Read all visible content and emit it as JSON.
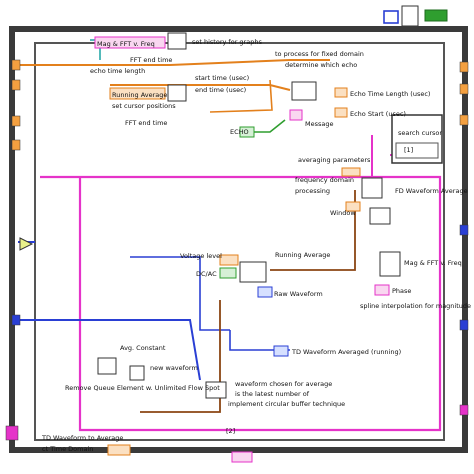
{
  "labels": {
    "mag_fft_label": "Mag & FFT v. Freq",
    "set_history_graph": "set history for graphs",
    "echo_time_length": "echo time length",
    "fft_end_time": "FFT end time",
    "to_process_field": "to process for fixed domain",
    "determine_echo": "determine which echo",
    "start_time": "start time (usec)",
    "end_time": "end time (usec)",
    "running_average": "Running Average",
    "set_cursor_positions": "set cursor positions",
    "echo_time_length_usec": "Echo Time Length (usec)",
    "echo_start_usec": "Echo Start (usec)",
    "message": "Message",
    "echo": "ECHO",
    "search_cursor": "search cursor",
    "fft_end_time_2": "FFT end time",
    "averaging_parameters": "averaging parameters",
    "frequency_domain": "frequency domain",
    "processing": "processing",
    "window": "Window",
    "fft_waveform_average": "FD Waveform Average",
    "voltage_level": "Voltage level",
    "running_average_2": "Running Average",
    "dc_ac": "DC/AC",
    "raw_waveform": "Raw Waveform",
    "mag_fft_freq": "Mag & FFT v. Freq",
    "phase_label": "Phase",
    "spline_interpolation": "spline interpolation for magnitude",
    "td_waveform_averaged": "TD Waveform Averaged (running)",
    "avg_constant": "Avg. Constant",
    "new_waveform": "new waveform",
    "waveform_chosen": "waveform chosen for average",
    "implement_circular_buffer": "implement circular buffer technique",
    "remove_queue": "Remove Queue Element w. Unlimited Flow Spot",
    "to_latest_number": "is the latest number of",
    "td_waveform_to_average": "TD Waveform to Average",
    "ct_time_domain": "ct Time Domain",
    "b1_label": "[1]",
    "b2_label": "[2]"
  },
  "colors": {
    "frame": "#3a3a3a",
    "wire_orange": "#e3801c",
    "wire_pink": "#e533c9",
    "wire_blue": "#2a3fd4",
    "wire_brown": "#8b4513",
    "wire_green": "#2f9e2f",
    "wire_teal": "#1aa3a3",
    "accent_orange": "#f4a040"
  }
}
